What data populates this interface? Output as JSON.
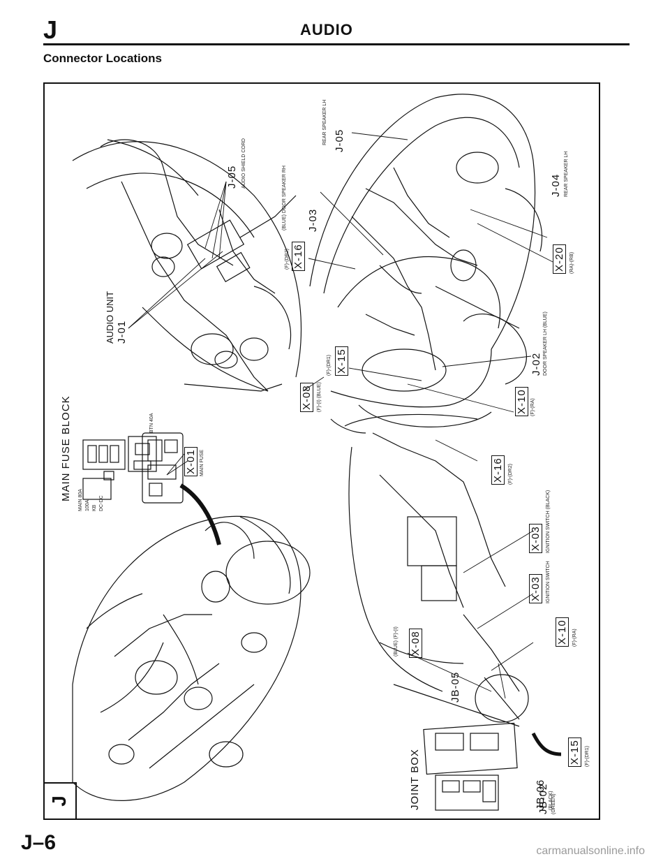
{
  "header": {
    "section_letter": "J",
    "title": "AUDIO"
  },
  "subtitle": "Connector Locations",
  "side_tab": "J",
  "page_number": "J–6",
  "watermark": "carmanualsonline.info",
  "labels": {
    "audio_unit": "AUDIO UNIT",
    "j01": "J-01",
    "j05_top": "J-05",
    "j05_top_sub": "AUDIO SHIELD CORD",
    "rear_speaker_lh": "REAR SPEAKER LH",
    "j05_right": "J-05",
    "j03": "J-03",
    "j03_sub": "(BLUE) DOOR SPEAKER RH",
    "x16_top": "X-16",
    "x16_top_sub": "(F)-(DR2)",
    "j04": "J-04",
    "j04_sub": "REAR SPEAKER LH",
    "x20": "X-20",
    "x20_sub": "(RA)-(RB)",
    "x15_top": "X-15",
    "x15_top_sub": "(F)-(DR1)",
    "j02": "J-02",
    "j02_sub": "DOOR SPEAKER LH (BLUE)",
    "x10_top": "X-10",
    "x10_top_sub": "(F)-(RA)",
    "x08_top": "X-08",
    "x08_top_sub": "(F)-(I) (BLUE)",
    "main_fuse_block": "MAIN FUSE BLOCK",
    "main_fuse_left": "MAIN 80A",
    "main_fuse_left2": "100A",
    "main_fuse_left3": "KB",
    "main_fuse_left4": "DC-DC",
    "main_fuse_right": "BTN 40A",
    "x01": "X-01",
    "x01_sub": "MAIN FUSE",
    "x16_mid": "X-16",
    "x16_mid_sub": "(F)-(DR2)",
    "x03_a": "X-03",
    "x03_a_sub": "IGNITION SWITCH (BLACK)",
    "x03_b": "X-03",
    "x03_b_sub": "IGNITION SWITCH",
    "x10_low": "X-10",
    "x10_low_sub": "(F)-(RA)",
    "x08_low": "X-08",
    "x08_low_sub": "(BLUE) (F)-(I)",
    "jb05": "JB-05",
    "joint_box": "JOINT BOX",
    "jb06": "JB-06",
    "jb06_sub": "(BLACK)",
    "jb02": "JB-02",
    "jb02_sub": "(GREEN)",
    "x15_low": "X-15",
    "x15_low_sub": "(F)-(DR1)"
  }
}
